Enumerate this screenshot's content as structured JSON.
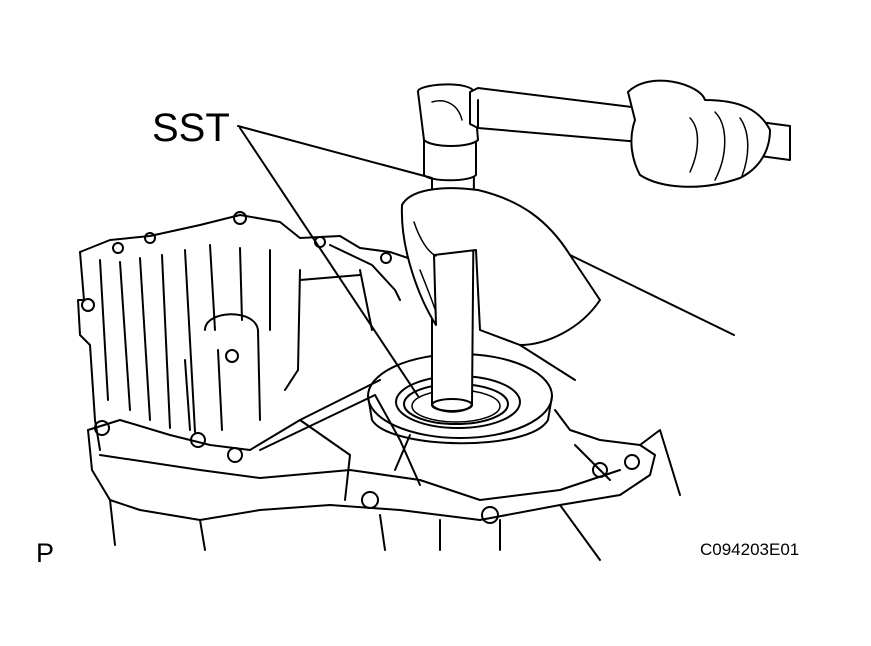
{
  "labels": {
    "sst": "SST",
    "side": "P",
    "figure_code": "C094203E01"
  },
  "colors": {
    "ink": "#000000",
    "paper": "#ffffff"
  }
}
